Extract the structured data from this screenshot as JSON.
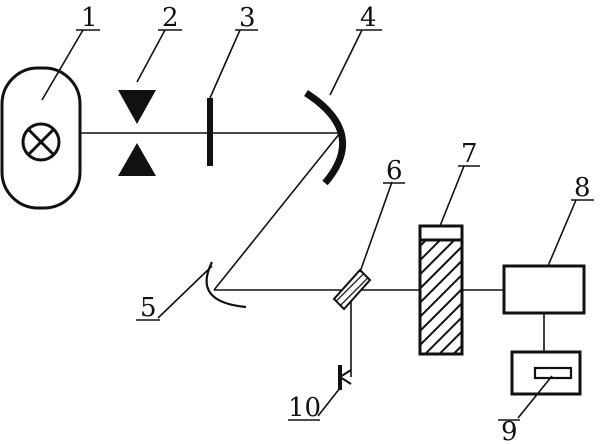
{
  "colors": {
    "ink": "#111111",
    "background": "#ffffff"
  },
  "labels": {
    "c1": "1",
    "c2": "2",
    "c3": "3",
    "c4": "4",
    "c5": "5",
    "c6": "6",
    "c7": "7",
    "c8": "8",
    "c9": "9",
    "c10": "10"
  }
}
